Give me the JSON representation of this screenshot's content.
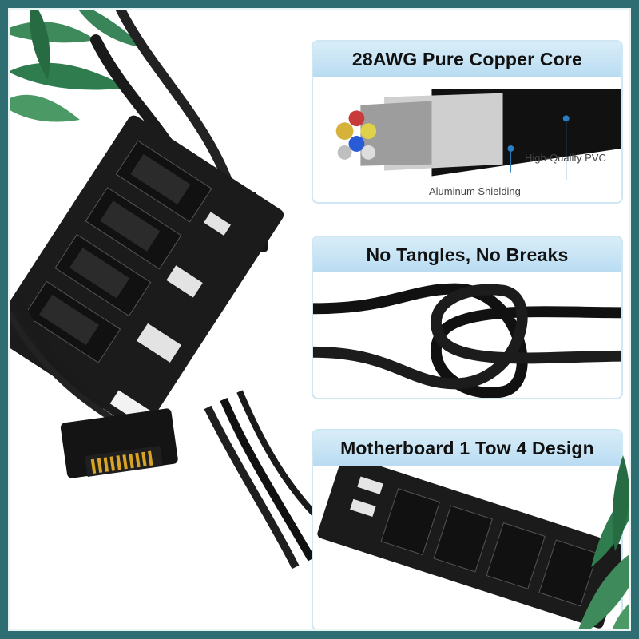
{
  "panels": [
    {
      "title": "28AWG Pure Copper Core",
      "callouts": {
        "pvc": "High-Quality PVC",
        "shielding": "Aluminum Shielding"
      }
    },
    {
      "title": "No Tangles, No Breaks"
    },
    {
      "title": "Motherboard 1 Tow 4 Design"
    }
  ],
  "colors": {
    "frame": "#2e6e72",
    "banner_top": "#d9edf8",
    "banner_bottom": "#b9dcf2",
    "panel_border": "#cfe7f3",
    "pcb": "#1b1b1b",
    "leaf": "#2f7d4f"
  },
  "icons": [
    "leaf-decoration",
    "usb-header-connector",
    "sata-power-connector"
  ]
}
